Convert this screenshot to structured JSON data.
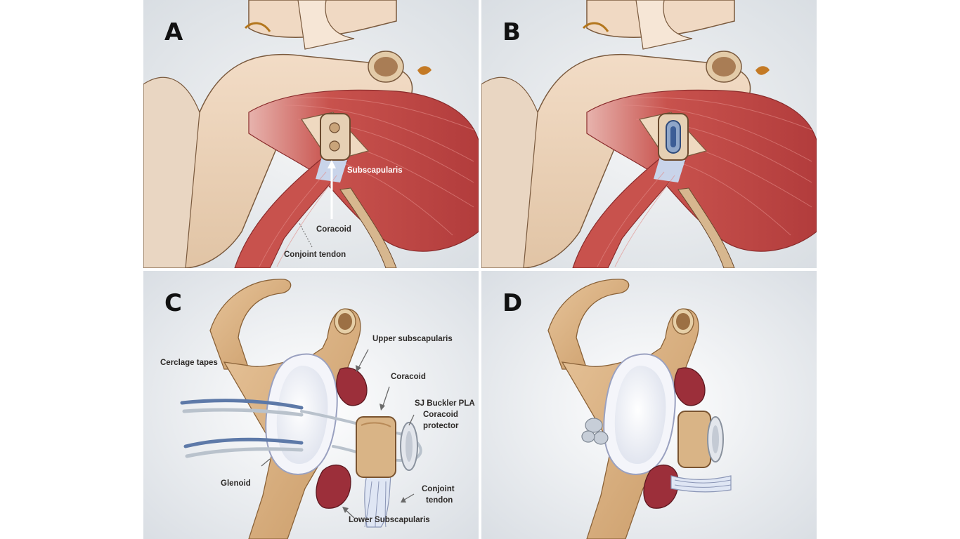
{
  "panels": [
    {
      "letter": "A",
      "labels": {
        "subscapularis": "Subscapularis",
        "coracoid": "Coracoid",
        "conjoint_tendon": "Conjoint tendon"
      }
    },
    {
      "letter": "B"
    },
    {
      "letter": "C",
      "labels": {
        "cerclage_tapes": "Cerclage tapes",
        "upper_subscapularis": "Upper subscapularis",
        "coracoid": "Coracoid",
        "sj_buckler_line1": "SJ Buckler PLA",
        "sj_buckler_line2": "Coracoid",
        "sj_buckler_line3": "protector",
        "glenoid": "Glenoid",
        "conjoint_line1": "Conjoint",
        "conjoint_line2": "tendon",
        "lower_subscapularis": "Lower Subscapularis"
      }
    },
    {
      "letter": "D"
    }
  ],
  "colors": {
    "muscle": "#c24a48",
    "bone": "#d6ab7c",
    "cartilage": "#eef0f6",
    "tendon": "#c9d4ea",
    "tape": "#5d79a8",
    "implant": "#8fa6c9"
  }
}
